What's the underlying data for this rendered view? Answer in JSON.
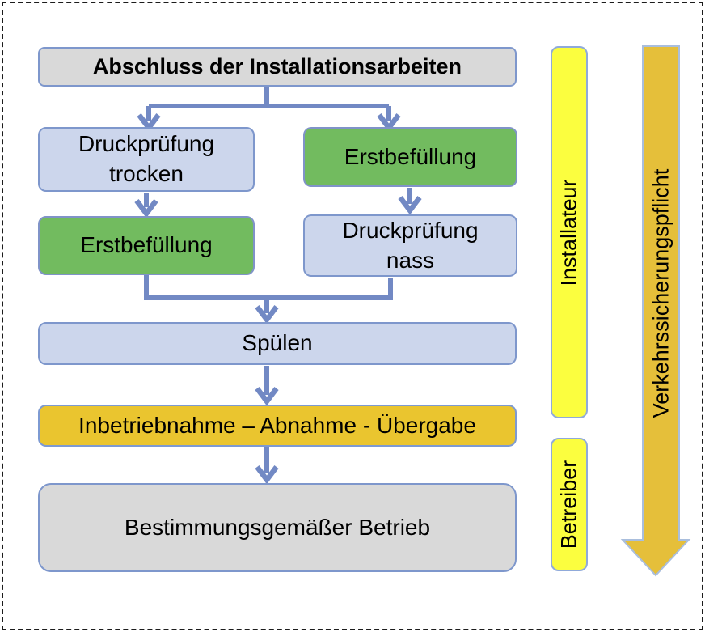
{
  "diagram": {
    "boxes": {
      "abschluss": "Abschluss der Installationsarbeiten",
      "druck_trocken": "Druckprüfung trocken",
      "erst_links": "Erstbefüllung",
      "erst_rechts": "Erstbefüllung",
      "druck_nass": "Druckprüfung nass",
      "spuelen": "Spülen",
      "inbetriebnahme": "Inbetriebnahme – Abnahme - Übergabe",
      "betrieb": "Bestimmungsgemäßer Betrieb"
    },
    "roles": {
      "installateur": "Installateur",
      "betreiber": "Betreiber"
    },
    "arrow_label": "Verkehrssicherungspflicht",
    "colors": {
      "box_blue": "#ccd6ec",
      "box_green": "#72bb5f",
      "box_gray": "#d9d9d9",
      "box_gold": "#eac52f",
      "bar_yellow": "#fbfe3f",
      "arrow_gold": "#e5bf3a",
      "connector_blue": "#7289c4",
      "box_border_blue": "#7e97cc",
      "frame_black": "#1c1c1c"
    }
  }
}
